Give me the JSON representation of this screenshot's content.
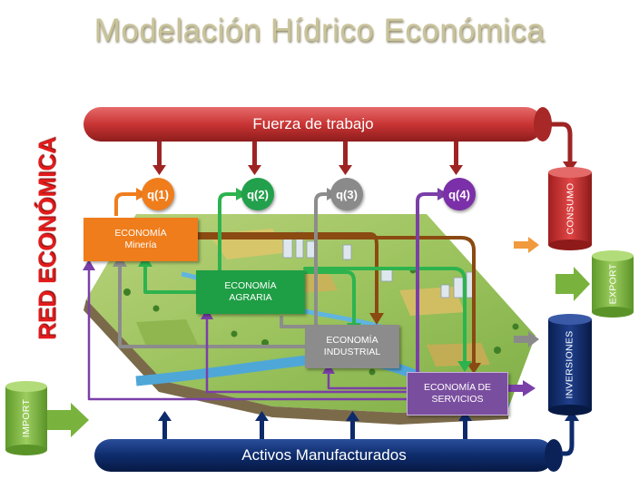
{
  "title": "Modelación Hídrico Económica",
  "side_label": "RED ECONÓMICA",
  "top_bar": "Fuerza de trabajo",
  "bottom_bar": "Activos Manufacturados",
  "q_nodes": [
    "q(1)",
    "q(2)",
    "q(3)",
    "q(4)"
  ],
  "sectors": {
    "mineria": [
      "ECONOMÍA",
      "Minería"
    ],
    "agraria": [
      "ECONOMÍA",
      "AGRARIA"
    ],
    "industrial": [
      "ECONOMÍA",
      "INDUSTRIAL"
    ],
    "servicios": [
      "ECONOMÍA DE",
      "SERVICIOS"
    ]
  },
  "cylinders": {
    "consumo": "CONSUMO",
    "inversiones": "INVERSIONES",
    "export": "EXPORT",
    "import": "IMPORT"
  },
  "colors": {
    "title": "#c9c39a",
    "side_label": "#e31b1b",
    "labour": "#c93a3a",
    "assets": "#0d2b6b",
    "mineria": "#ef7d1c",
    "agraria": "#1e9e45",
    "industrial": "#8c8c8c",
    "servicios": "#7a4e9e",
    "q1": "#ef7d1c",
    "q2": "#22a04b",
    "q3": "#8a8a8a",
    "q4": "#7b2fa8",
    "import_export": "#79b33e"
  }
}
